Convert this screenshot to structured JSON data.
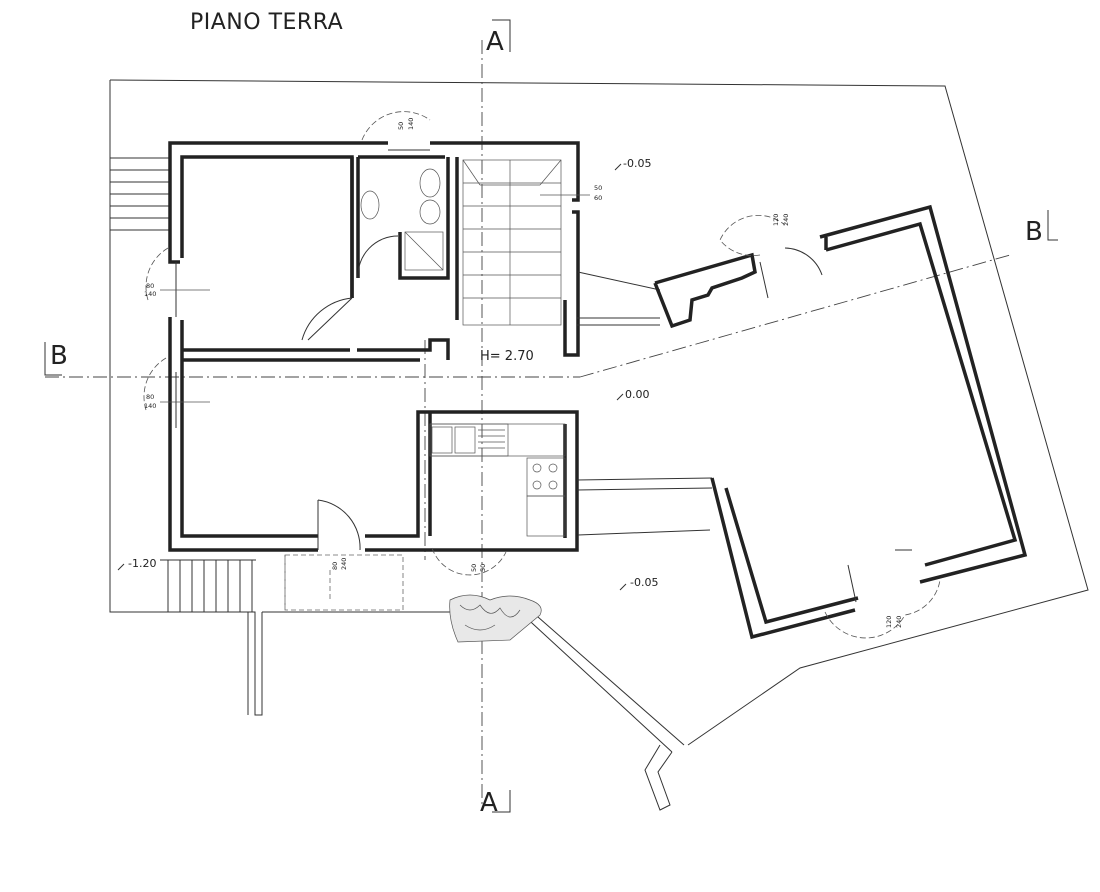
{
  "title": "PIANO TERRA",
  "section_marks": {
    "a_top": "A",
    "a_bottom": "A",
    "b_left": "B",
    "b_right": "B"
  },
  "levels": {
    "top_right": "-0.05",
    "center": "0.00",
    "bottom": "-0.05",
    "left_stairs": "-1.20"
  },
  "height_label": "H= 2.70",
  "dimensions": {
    "wc_window": [
      "50",
      "140"
    ],
    "stair_window": [
      "50",
      "60"
    ],
    "room1_window": [
      "80",
      "140"
    ],
    "room2_window": [
      "80",
      "140"
    ],
    "room2_door": [
      "80",
      "240"
    ],
    "kitchen_window": [
      "50",
      "50"
    ],
    "annex_top_door": [
      "120",
      "240"
    ],
    "annex_bottom_door": [
      "120",
      "240"
    ]
  },
  "colors": {
    "ink": "#222222",
    "paper": "#ffffff"
  }
}
